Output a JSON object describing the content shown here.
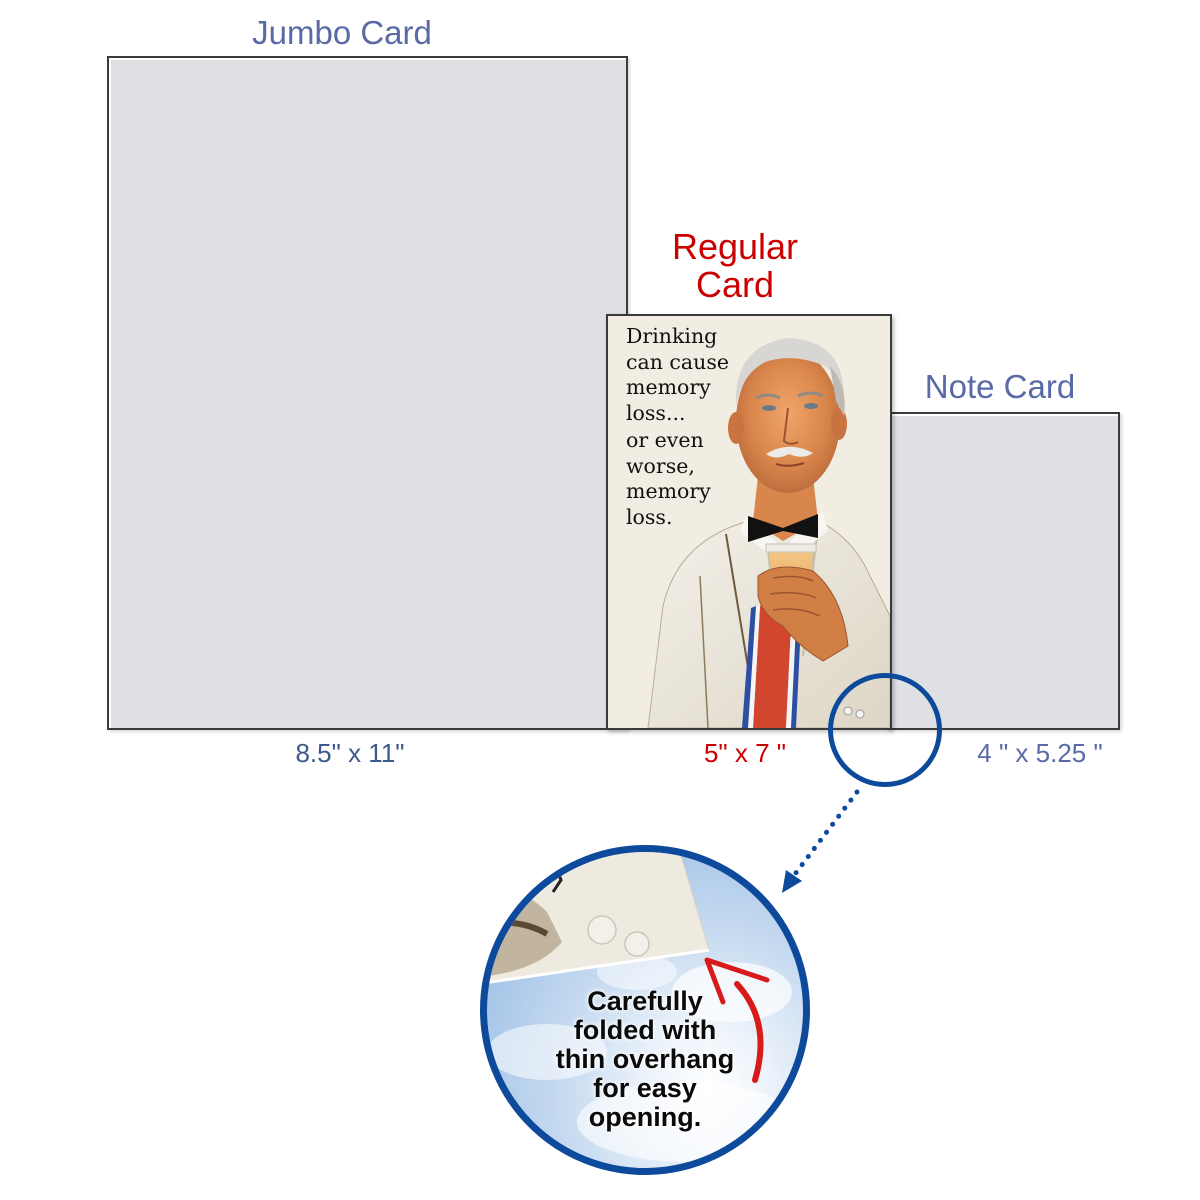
{
  "jumbo_card": {
    "title": "Jumbo Card",
    "dimensions": "8.5\"  x 11\"",
    "fill_color": "#dfe0e4",
    "title_color": "#5a6aa6"
  },
  "regular_card": {
    "title_line1": "Regular",
    "title_line2": "Card",
    "dimensions": "5\" x 7 \"",
    "title_color": "#cc0000",
    "card_text": [
      "Drinking",
      "can cause",
      "memory",
      "loss...",
      "or even",
      "worse,",
      "memory",
      "loss."
    ],
    "image_description": "Vintage illustration of a white-haired man with mustache in white dinner jacket, black bow tie and red/white/blue striped tie, raising a glass of amber drink"
  },
  "note_card": {
    "title": "Note Card",
    "dimensions": "4 \" x 5.25 \"",
    "fill_color": "#dfe0e4",
    "title_color": "#5a6aa6"
  },
  "magnifier": {
    "ring_color": "#0d4a9b",
    "caption": [
      "Carefully",
      "folded with",
      "thin overhang",
      "for easy",
      "opening."
    ],
    "arrow_color": "#d81a1a"
  }
}
